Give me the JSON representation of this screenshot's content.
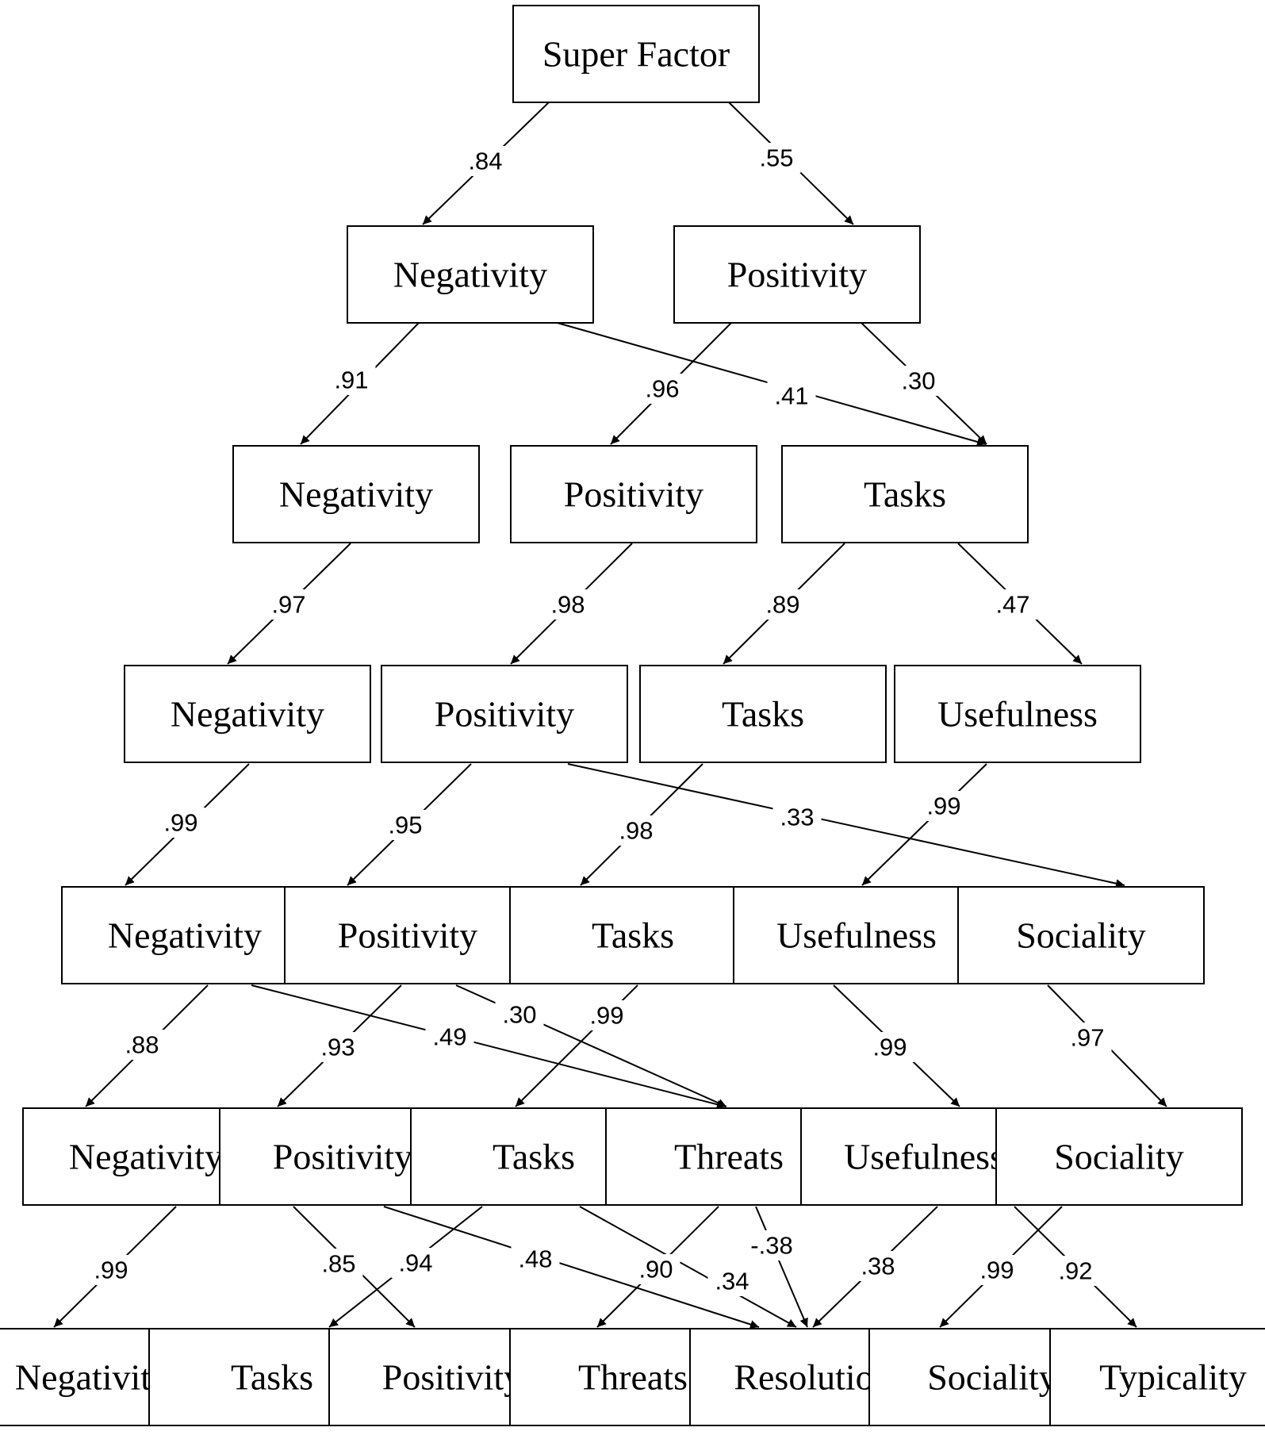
{
  "diagram": {
    "nodes": [
      {
        "id": "super",
        "label": "Super Factor"
      },
      {
        "id": "l2_neg",
        "label": "Negativity"
      },
      {
        "id": "l2_pos",
        "label": "Positivity"
      },
      {
        "id": "l3_neg",
        "label": "Negativity"
      },
      {
        "id": "l3_pos",
        "label": "Positivity"
      },
      {
        "id": "l3_tasks",
        "label": "Tasks"
      },
      {
        "id": "l4_neg",
        "label": "Negativity"
      },
      {
        "id": "l4_pos",
        "label": "Positivity"
      },
      {
        "id": "l4_tasks",
        "label": "Tasks"
      },
      {
        "id": "l4_use",
        "label": "Usefulness"
      },
      {
        "id": "l5_neg",
        "label": "Negativity"
      },
      {
        "id": "l5_pos",
        "label": "Positivity"
      },
      {
        "id": "l5_tasks",
        "label": "Tasks"
      },
      {
        "id": "l5_use",
        "label": "Usefulness"
      },
      {
        "id": "l5_soc",
        "label": "Sociality"
      },
      {
        "id": "l6_neg",
        "label": "Negativity"
      },
      {
        "id": "l6_pos",
        "label": "Positivity"
      },
      {
        "id": "l6_tasks",
        "label": "Tasks"
      },
      {
        "id": "l6_thr",
        "label": "Threats"
      },
      {
        "id": "l6_use",
        "label": "Usefulness"
      },
      {
        "id": "l6_soc",
        "label": "Sociality"
      },
      {
        "id": "l7_neg",
        "label": "Negativity"
      },
      {
        "id": "l7_tasks",
        "label": "Tasks"
      },
      {
        "id": "l7_pos",
        "label": "Positivity"
      },
      {
        "id": "l7_thr",
        "label": "Threats"
      },
      {
        "id": "l7_res",
        "label": "Resolution"
      },
      {
        "id": "l7_soc",
        "label": "Sociality"
      },
      {
        "id": "l7_typ",
        "label": "Typicality"
      }
    ],
    "edges": [
      {
        "from": "super",
        "to": "l2_neg",
        "label": ".84"
      },
      {
        "from": "super",
        "to": "l2_pos",
        "label": ".55"
      },
      {
        "from": "l2_neg",
        "to": "l3_neg",
        "label": ".91"
      },
      {
        "from": "l2_neg",
        "to": "l3_tasks",
        "label": ".41"
      },
      {
        "from": "l2_pos",
        "to": "l3_pos",
        "label": ".96"
      },
      {
        "from": "l2_pos",
        "to": "l3_tasks",
        "label": ".30"
      },
      {
        "from": "l3_neg",
        "to": "l4_neg",
        "label": ".97"
      },
      {
        "from": "l3_pos",
        "to": "l4_pos",
        "label": ".98"
      },
      {
        "from": "l3_tasks",
        "to": "l4_tasks",
        "label": ".89"
      },
      {
        "from": "l3_tasks",
        "to": "l4_use",
        "label": ".47"
      },
      {
        "from": "l4_neg",
        "to": "l5_neg",
        "label": ".99"
      },
      {
        "from": "l4_pos",
        "to": "l5_pos",
        "label": ".95"
      },
      {
        "from": "l4_pos",
        "to": "l5_soc",
        "label": ".33"
      },
      {
        "from": "l4_tasks",
        "to": "l5_tasks",
        "label": ".98"
      },
      {
        "from": "l4_use",
        "to": "l5_use",
        "label": ".99"
      },
      {
        "from": "l5_neg",
        "to": "l6_neg",
        "label": ".88"
      },
      {
        "from": "l5_neg",
        "to": "l6_thr",
        "label": ".49"
      },
      {
        "from": "l5_pos",
        "to": "l6_pos",
        "label": ".93"
      },
      {
        "from": "l5_pos",
        "to": "l6_thr",
        "label": ".30"
      },
      {
        "from": "l5_tasks",
        "to": "l6_tasks",
        "label": ".99"
      },
      {
        "from": "l5_use",
        "to": "l6_use",
        "label": ".99"
      },
      {
        "from": "l5_soc",
        "to": "l6_soc",
        "label": ".97"
      },
      {
        "from": "l6_neg",
        "to": "l7_neg",
        "label": ".99"
      },
      {
        "from": "l6_pos",
        "to": "l7_pos",
        "label": ".85"
      },
      {
        "from": "l6_pos",
        "to": "l7_res",
        "label": ".48"
      },
      {
        "from": "l6_tasks",
        "to": "l7_tasks",
        "label": ".94"
      },
      {
        "from": "l6_tasks",
        "to": "l7_res",
        "label": ".34"
      },
      {
        "from": "l6_thr",
        "to": "l7_thr",
        "label": ".90"
      },
      {
        "from": "l6_thr",
        "to": "l7_res",
        "label": "-.38"
      },
      {
        "from": "l6_use",
        "to": "l7_res",
        "label": ".38"
      },
      {
        "from": "l6_use",
        "to": "l7_typ",
        "label": ".92"
      },
      {
        "from": "l6_soc",
        "to": "l7_soc",
        "label": ".99"
      }
    ]
  }
}
